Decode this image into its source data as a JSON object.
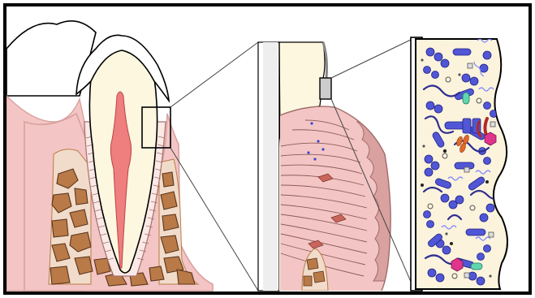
{
  "figure": {
    "panels": [
      "tooth-cross-section",
      "gingiva-detail",
      "biofilm-detail"
    ],
    "colors": {
      "frame": "#000000",
      "enamel": "#ffffff",
      "dentin": "#fdf7e0",
      "pulp": "#ef7e7e",
      "gingiva": "#f3c6c5",
      "gingiva_outline": "#d9a19f",
      "bone": "#b97a47",
      "bone_background": "#f1dccb",
      "biofilm_background": "#fbf3dc",
      "bacteria_blue": "#5156d6",
      "bacteria_light": "#9aa2ff",
      "bacteria_red": "#b22a2a",
      "bacteria_orange": "#e0692c",
      "bacteria_pink": "#e0358d",
      "bacteria_green": "#5fd6b0"
    },
    "icons": [
      "magnify-box-1",
      "magnify-box-2"
    ]
  }
}
